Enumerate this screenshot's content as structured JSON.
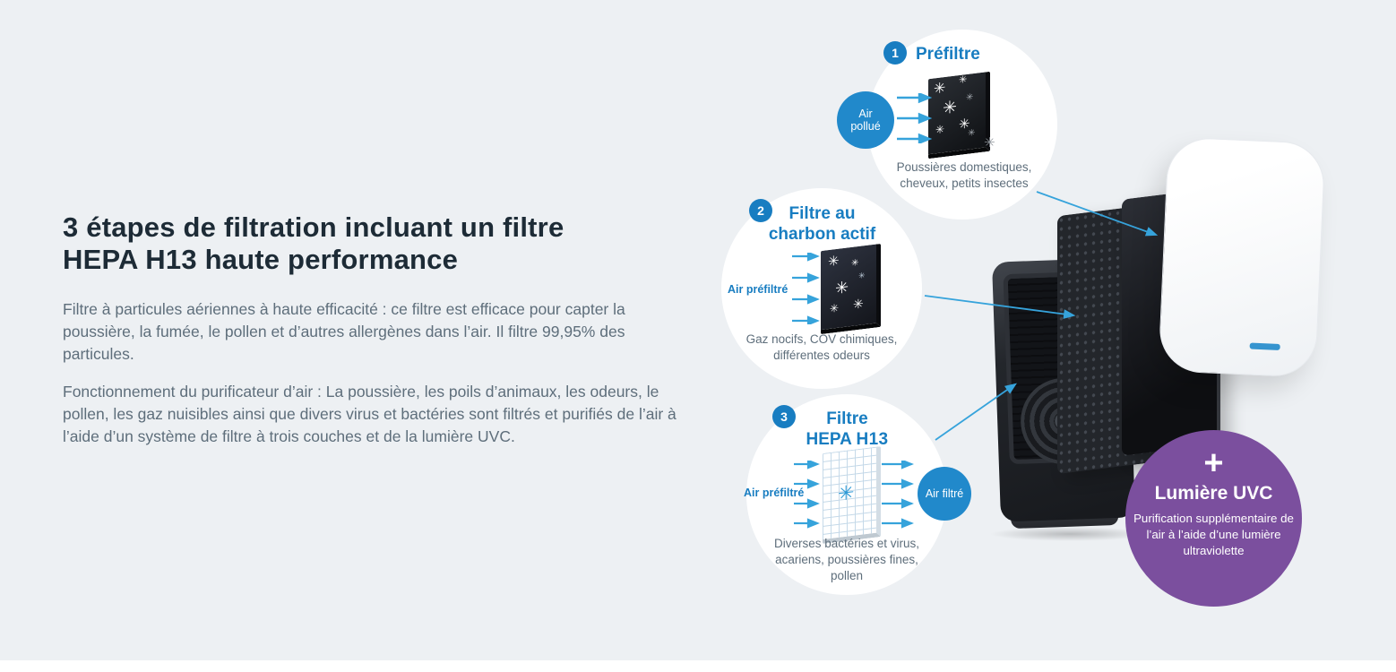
{
  "intro": {
    "heading_line1": "3 étapes de filtration incluant un filtre",
    "heading_line2": "HEPA H13 haute performance",
    "paragraph1": "Filtre à particules aériennes à haute efficacité : ce filtre est efficace pour capter la poussière, la fumée, le pollen et d’autres allergènes dans l’air. Il filtre 99,95% des particules.",
    "paragraph2": "Fonctionnement du purificateur d’air : La poussière, les poils d’animaux, les odeurs, le pollen, les gaz nuisibles ainsi que divers virus et bactéries sont filtrés et purifiés de l’air à l’aide d’un système de filtre à trois couches et de la lumière UVC."
  },
  "steps": [
    {
      "number": "1",
      "title": "Préfiltre",
      "input_label": "Air pollué",
      "caption": "Poussières domestiques, cheveux, petits insectes"
    },
    {
      "number": "2",
      "title_line1": "Filtre au",
      "title_line2": "charbon actif",
      "input_label": "Air préfiltré",
      "caption": "Gaz nocifs, COV chimiques, différentes odeurs"
    },
    {
      "number": "3",
      "title_line1": "Filtre",
      "title_hepa": "HEPA",
      "title_h13": "H13",
      "input_label": "Air préfiltré",
      "output_label": "Air filtré",
      "caption": "Diverses bactéries et virus, acariens, poussières fines, pollen"
    }
  ],
  "uvc": {
    "plus": "+",
    "title": "Lumière UVC",
    "caption": "Purification supplémentaire de l’air à l’aide d’une lumière ultraviolette"
  },
  "colors": {
    "background": "#edf0f3",
    "accent_blue": "#187dc1",
    "arrow_blue": "#36a3db",
    "uvc_purple": "#7b4f9e",
    "heading_text": "#1d2b36",
    "body_text": "#5e6e7b"
  }
}
